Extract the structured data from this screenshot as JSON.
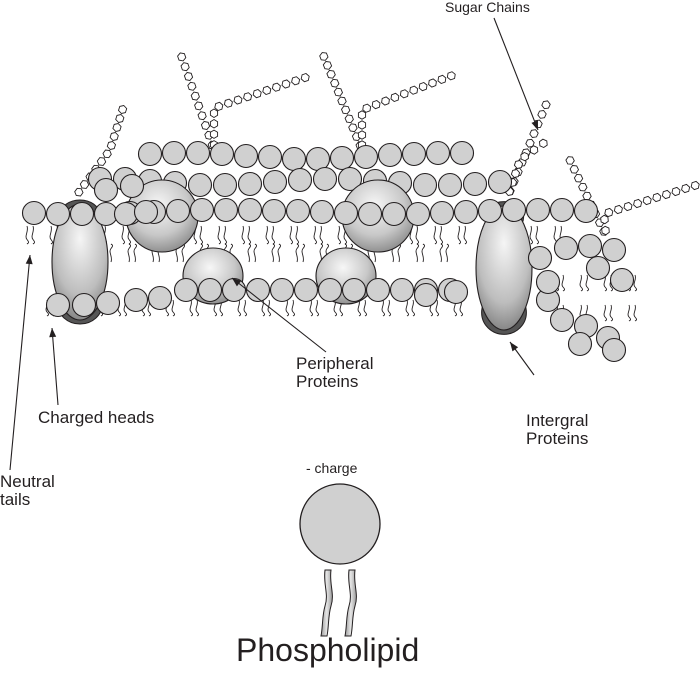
{
  "labels": {
    "sugar_chains": "Sugar Chains",
    "peripheral_proteins": [
      "Peripheral",
      "Proteins"
    ],
    "charged_heads": "Charged heads",
    "integral_proteins": [
      "Intergral",
      "Proteins"
    ],
    "neutral_tails": [
      "Neutral",
      "tails"
    ],
    "charge": "- charge",
    "phospholipid": "Phospholipid"
  },
  "colors": {
    "head_fill": "#d0d0d0",
    "outline": "#231f20",
    "protein_light": "#f2f2f2",
    "protein_dark": "#555555"
  }
}
